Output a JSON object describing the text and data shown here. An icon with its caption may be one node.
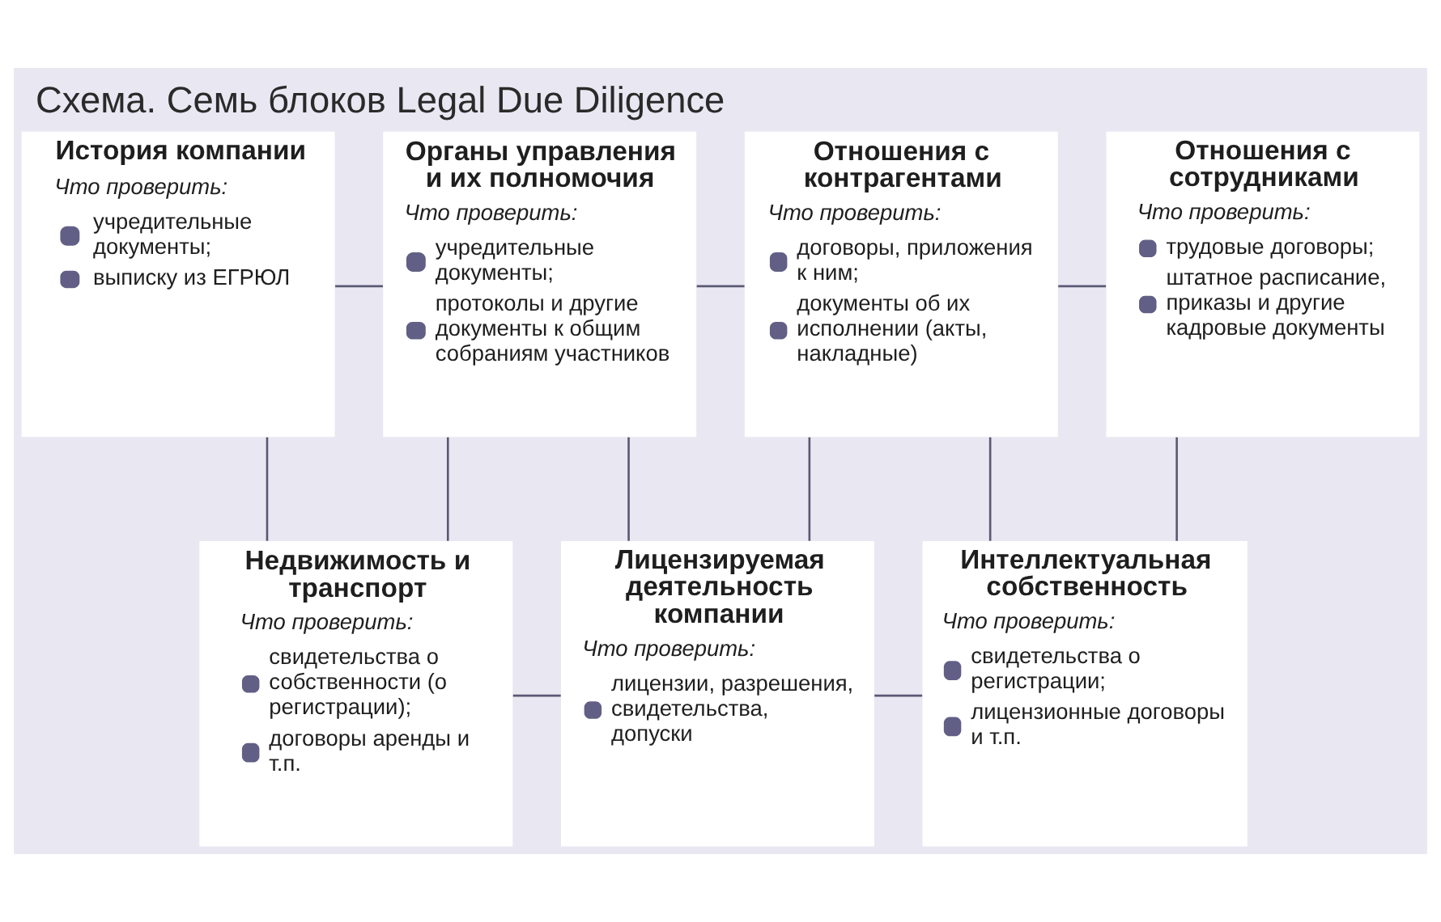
{
  "diagram": {
    "title": "Схема. Семь блоков Legal Due Diligence",
    "nodes": [
      {
        "text": [
          "История компании",
          "Что проверить:",
          "учредительные документы;",
          "выписку из ЕГРЮЛ"
        ]
      },
      {
        "text": [
          "Органы управления и их полномочия",
          "Что проверить:",
          "учредительные документы;",
          "протоколы и другие документы к общим собраниям участников"
        ]
      },
      {
        "text": [
          "Отношения с контрагентами",
          "Что проверить:",
          "договоры, приложения к ним;",
          "документы об их исполнении (акты, накладные)"
        ]
      },
      {
        "text": [
          "Отношения с сотрудниками",
          "Что проверить:",
          "трудовые договоры;",
          "штатное расписание, приказы и другие кадровые документы"
        ]
      },
      {
        "text": [
          "Недвижимость и транспорт",
          "Что проверить:",
          "свидетельства о собственности (о регистрации);",
          "договоры аренды и т.п."
        ]
      },
      {
        "text": [
          "Лицензируемая деятельность компании",
          "Что проверить:",
          "лицензии, разрешения, свидетельства, допуски"
        ]
      },
      {
        "text": [
          "Интеллектуальная собственность",
          "Что проверить:",
          "свидетельства о регистрации;",
          "лицензионные договоры и т.п."
        ]
      }
    ],
    "edges": [
      {
        "from": 0,
        "to": 1,
        "arrow": "none"
      },
      {
        "from": 1,
        "to": 2,
        "arrow": "none"
      },
      {
        "from": 2,
        "to": 3,
        "arrow": "none"
      },
      {
        "from": 0,
        "to": 4,
        "arrow": "none"
      },
      {
        "from": 1,
        "to": 4,
        "arrow": "none"
      },
      {
        "from": 1,
        "to": 5,
        "arrow": "none"
      },
      {
        "from": 2,
        "to": 5,
        "arrow": "none"
      },
      {
        "from": 2,
        "to": 6,
        "arrow": "none"
      },
      {
        "from": 3,
        "to": 6,
        "arrow": "none"
      },
      {
        "from": 4,
        "to": 5,
        "arrow": "none"
      },
      {
        "from": 5,
        "to": 6,
        "arrow": "none"
      }
    ]
  }
}
